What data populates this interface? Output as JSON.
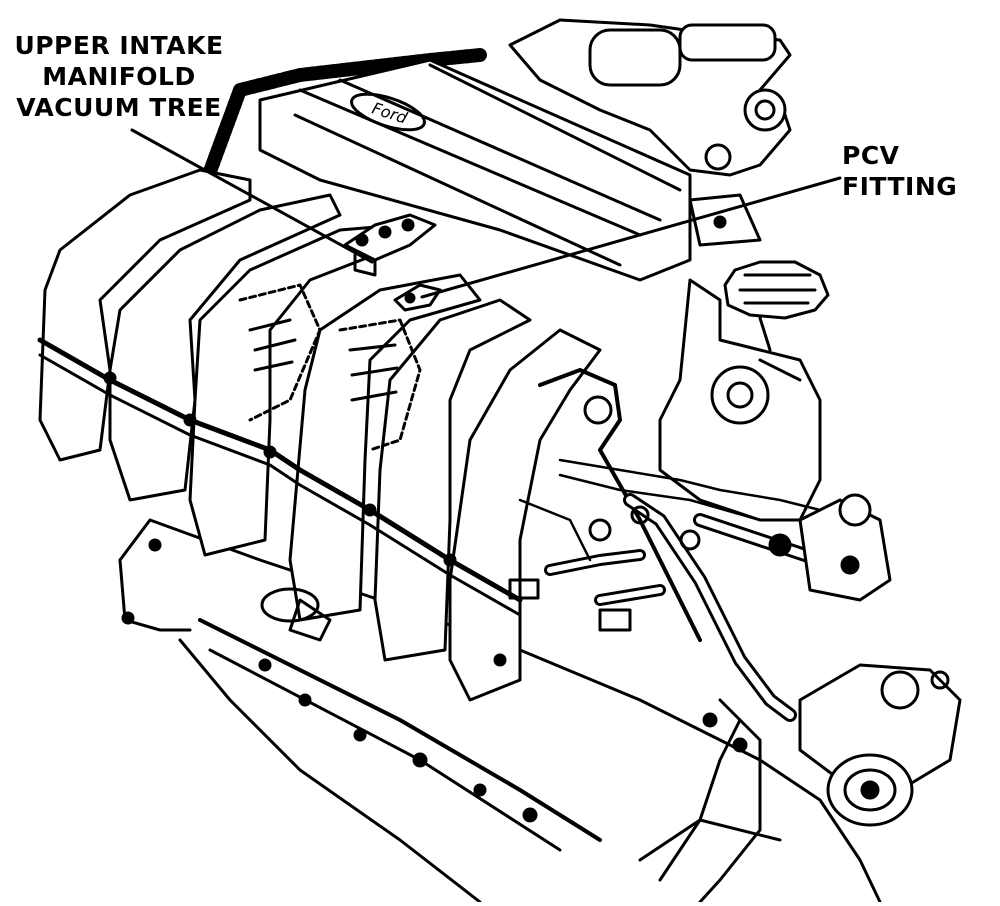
{
  "callouts": {
    "vacuum_tree": {
      "lines": [
        "UPPER INTAKE",
        "MANIFOLD",
        "VACUUM TREE"
      ]
    },
    "pcv_fitting": {
      "lines": [
        "PCV",
        "FITTING"
      ]
    }
  },
  "logo_text": "Ford",
  "colors": {
    "ink": "#000000",
    "paper": "#ffffff"
  }
}
